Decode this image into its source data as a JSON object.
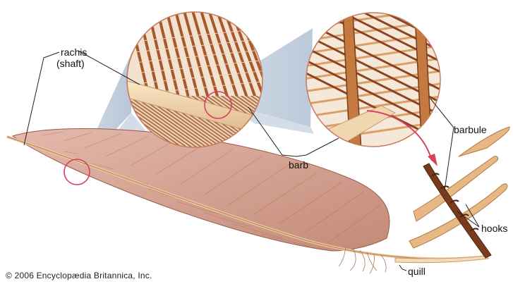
{
  "labels": {
    "rachis_line1": "rachis",
    "rachis_line2": "(shaft)",
    "barb": "barb",
    "barbule": "barbule",
    "hooks": "hooks",
    "quill": "quill"
  },
  "copyright": "© 2006 Encyclopædia Britannica, Inc.",
  "colors": {
    "feather_vane": "#c98e7c",
    "feather_edge": "#9b5a48",
    "rachis": "#f0d7b0",
    "barb": "#b06a3e",
    "barb_dark": "#6f3619",
    "hook_brown": "#7a3a1c",
    "barbule_tan": "#e8b884",
    "magnifier_band": "#b7c6d8",
    "highlight_circle": "#d64060"
  }
}
